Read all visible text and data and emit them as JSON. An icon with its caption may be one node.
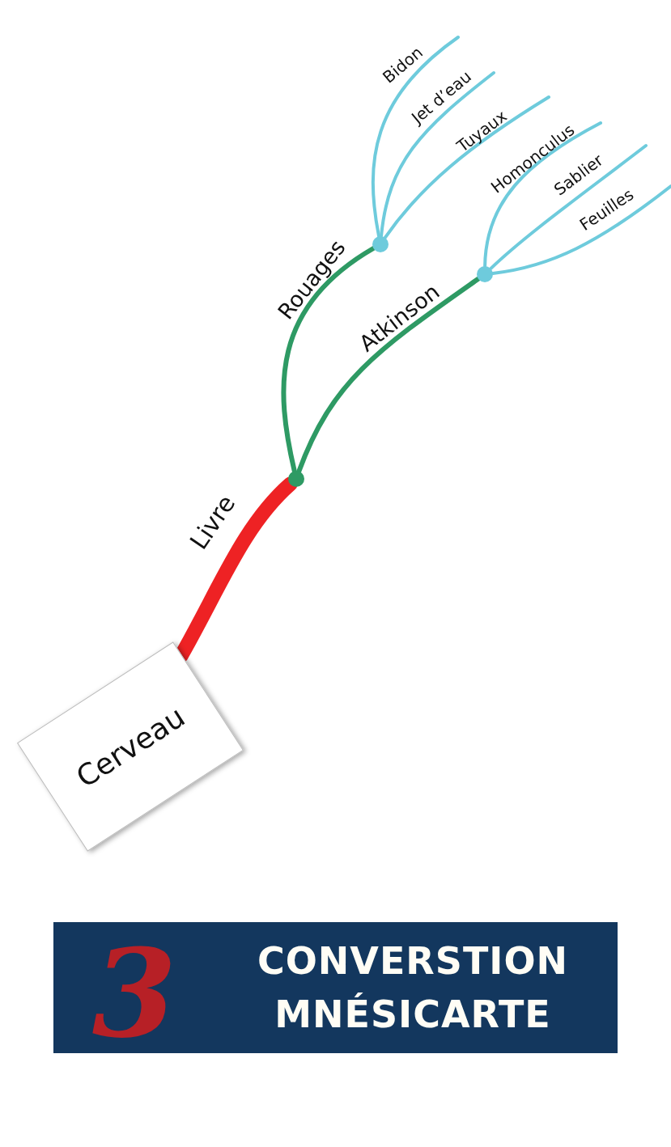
{
  "diagram": {
    "title": "CONVERSTION MNÉSICARTE",
    "nodes": [
      {
        "text": [
          "Cerveau"
        ]
      },
      {
        "text": [],
        "shape": "circle"
      },
      {
        "text": [],
        "shape": "circle"
      },
      {
        "text": [],
        "shape": "circle"
      }
    ],
    "edges": [
      {
        "from": 0,
        "to": 1,
        "arrow": "none",
        "label": "Livre",
        "style": "thick",
        "color": "#ee2224"
      },
      {
        "from": 1,
        "to": 2,
        "arrow": "none",
        "label": "Rouages",
        "color": "#2e9a64"
      },
      {
        "from": 1,
        "to": 3,
        "arrow": "none",
        "label": "Atkinson",
        "color": "#2e9a64"
      },
      {
        "from": 2,
        "to": null,
        "arrow": "none",
        "label": "Bidon"
      },
      {
        "from": 2,
        "to": null,
        "arrow": "none",
        "label": "Jet d’eau"
      },
      {
        "from": 2,
        "to": null,
        "arrow": "none",
        "label": "Tuyaux"
      },
      {
        "from": 3,
        "to": null,
        "arrow": "none",
        "label": "Homonculus"
      },
      {
        "from": 3,
        "to": null,
        "arrow": "none",
        "label": "Sablier"
      },
      {
        "from": 3,
        "to": null,
        "arrow": "none",
        "label": "Feuilles"
      }
    ],
    "labels": [
      "3"
    ]
  }
}
